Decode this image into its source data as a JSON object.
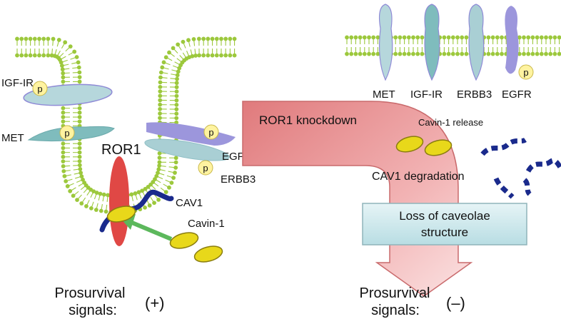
{
  "left_panel": {
    "receptors": {
      "igf_ir": "IGF-IR",
      "met": "MET",
      "egfr": "EGFR",
      "erbb3": "ERBB3",
      "ror1": "ROR1",
      "cav1": "CAV1",
      "cavin1": "Cavin-1"
    },
    "phospho_mark": "p",
    "signal_label_line1": "Prosurvival",
    "signal_label_line2": "signals:",
    "signal_sign": "(+)"
  },
  "right_panel": {
    "receptors": {
      "met": "MET",
      "igf_ir": "IGF-IR",
      "erbb3": "ERBB3",
      "egfr": "EGFR"
    },
    "phospho_mark": "p",
    "arrow_label": "ROR1 knockdown",
    "cavin_release": "Cavin-1 release",
    "cav1_degradation": "CAV1 degradation",
    "box_line1": "Loss of caveolae",
    "box_line2": "structure",
    "signal_label_line1": "Prosurvival",
    "signal_label_line2": "signals:",
    "signal_sign": "(–)"
  },
  "colors": {
    "membrane": "#9cc83c",
    "receptor_light": "#a9cfd4",
    "receptor_teal": "#7fbcbd",
    "receptor_purple": "#9c96dc",
    "ror1": "#e04845",
    "cav1": "#1a2a8c",
    "cavin": "#e8d81a",
    "arrow": "#e8888a",
    "box": "#cfe9ee",
    "green_arrow": "#5cb85c"
  }
}
